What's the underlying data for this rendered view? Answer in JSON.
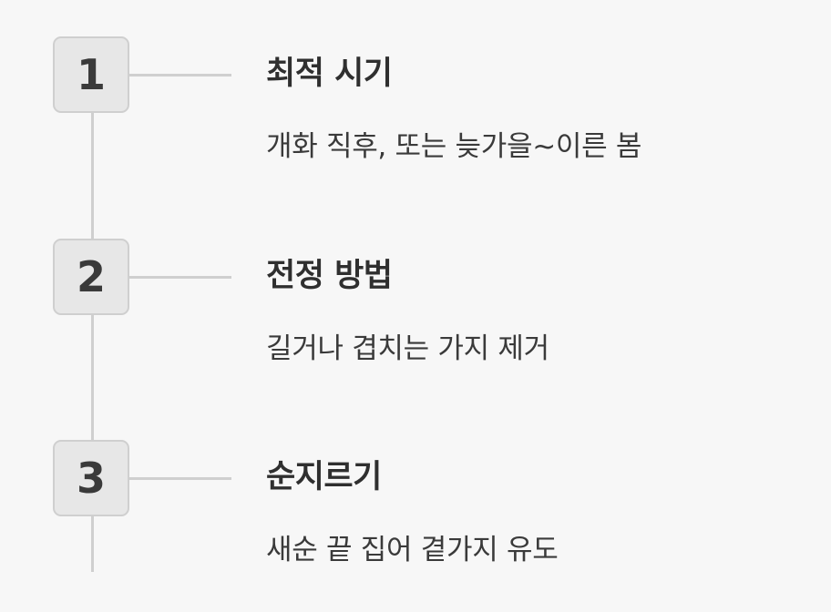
{
  "steps": [
    {
      "number": "1",
      "title": "최적 시기",
      "description": "개화 직후, 또는 늦가을~이른 봄"
    },
    {
      "number": "2",
      "title": "전정 방법",
      "description": "길거나 겹치는 가지 제거"
    },
    {
      "number": "3",
      "title": "순지르기",
      "description": "새순 끝 집어 곁가지 유도"
    }
  ],
  "colors": {
    "background": "#f7f7f7",
    "badge_fill": "#e7e7e7",
    "line": "#cfcfcf",
    "text": "#2f2f2f"
  }
}
